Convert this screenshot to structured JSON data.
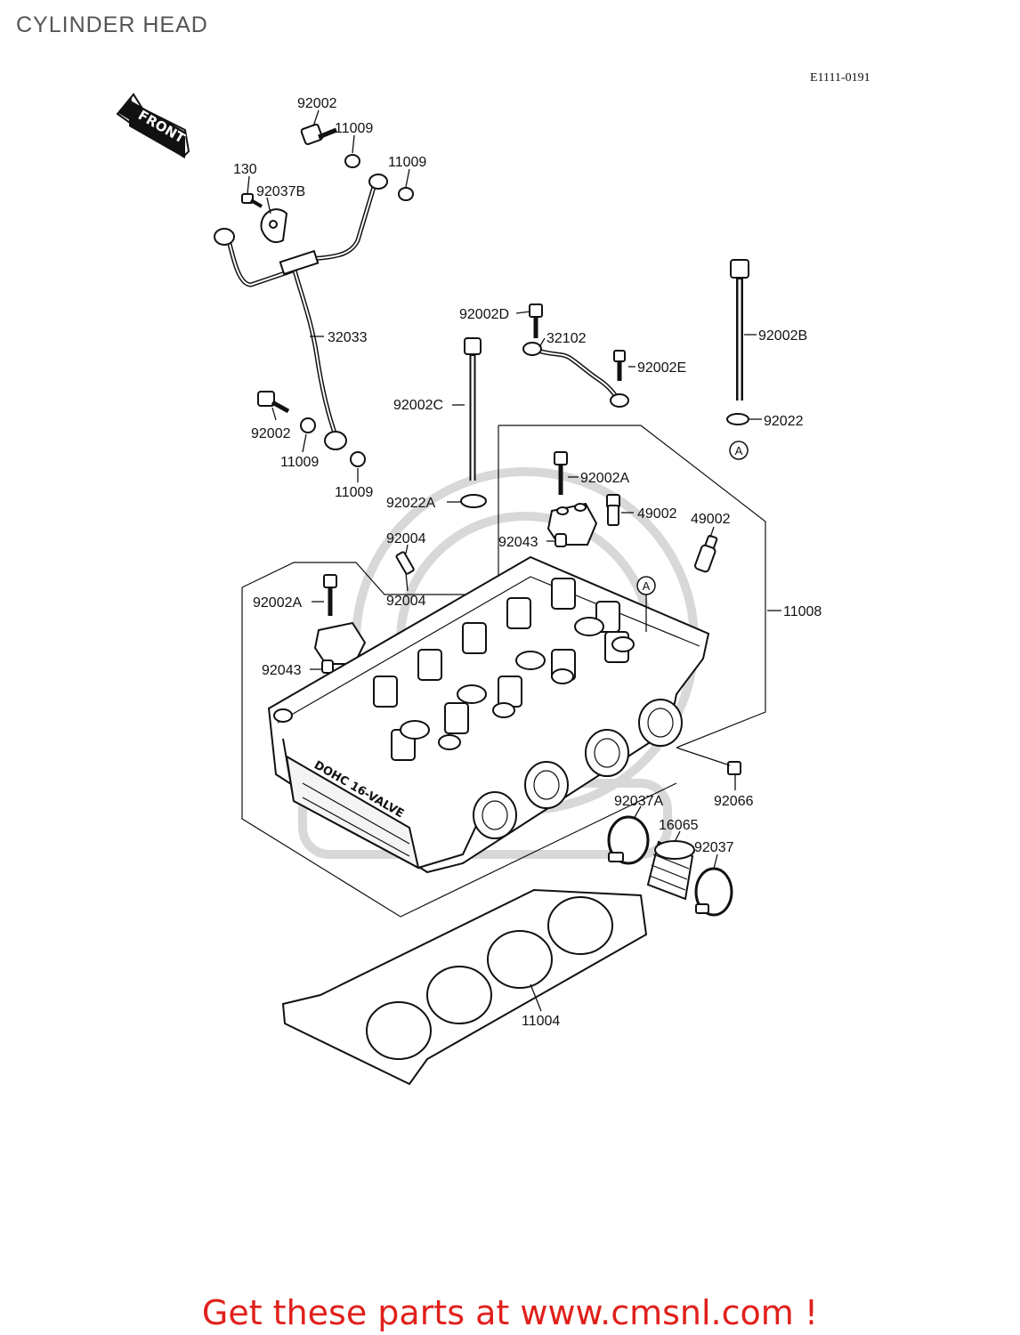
{
  "title": "CYLINDER HEAD",
  "diagram_code": "E1111-0191",
  "front_label": "FRONT",
  "head_marking": "DOHC 16-VALVE",
  "callout_a": "A",
  "footer": "Get these parts at www.cmsnl.com !",
  "watermark": "www.cmsnl.com",
  "labels": {
    "p92002_top": "92002",
    "p11009_a": "11009",
    "p11009_b": "11009",
    "p130": "130",
    "p92037B": "92037B",
    "p32033": "32033",
    "p92002_left": "92002",
    "p11009_c": "11009",
    "p11009_d": "11009",
    "p92002D": "92002D",
    "p32102": "32102",
    "p92002E": "92002E",
    "p92002C": "92002C",
    "p92002B": "92002B",
    "p92022": "92022",
    "p92002A_r": "92002A",
    "p49002_a": "49002",
    "p49002_b": "49002",
    "p92022A": "92022A",
    "p92004_a": "92004",
    "p92043_r": "92043",
    "p92004_b": "92004",
    "p92002A_l": "92002A",
    "p11008": "11008",
    "p92043_l": "92043",
    "p92066": "92066",
    "p92037A": "92037A",
    "p16065": "16065",
    "p92037": "92037",
    "p11004": "11004"
  }
}
